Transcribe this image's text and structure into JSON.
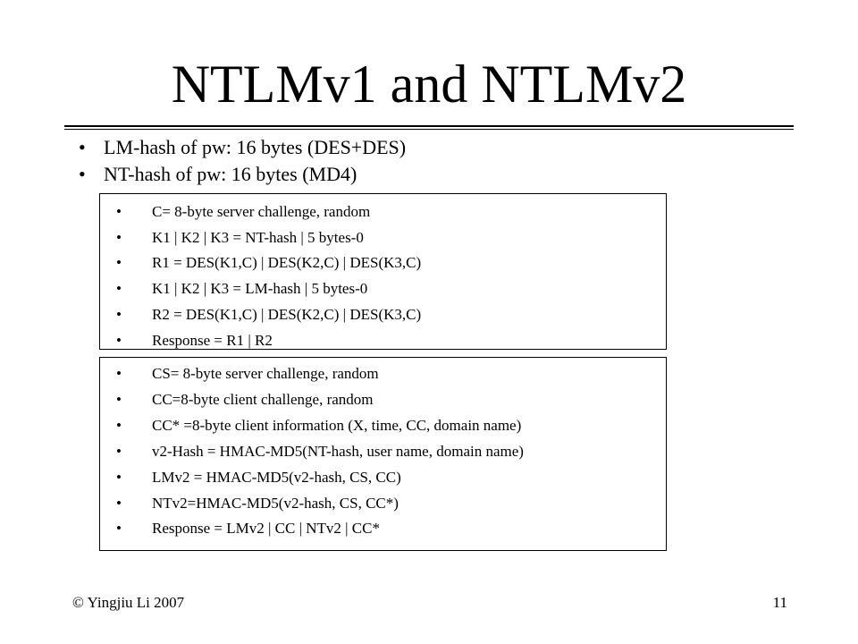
{
  "slide": {
    "title": "NTLMv1 and NTLMv2",
    "bullet_symbol": "•",
    "top_bullets": [
      "LM-hash of pw: 16 bytes (DES+DES)",
      "NT-hash of pw: 16 bytes (MD4)"
    ],
    "ntlmv1_box": [
      "C= 8-byte server challenge, random",
      "K1 | K2 | K3 = NT-hash | 5 bytes-0",
      "R1 = DES(K1,C) | DES(K2,C) | DES(K3,C)",
      "K1 | K2 | K3 = LM-hash | 5 bytes-0",
      "R2 = DES(K1,C) | DES(K2,C) | DES(K3,C)",
      "Response = R1 | R2"
    ],
    "ntlmv2_box": [
      "CS= 8-byte server challenge, random",
      "CC=8-byte client challenge, random",
      "CC* =8-byte client information (X, time, CC, domain name)",
      "v2-Hash = HMAC-MD5(NT-hash, user name, domain name)",
      "LMv2 = HMAC-MD5(v2-hash, CS, CC)",
      "NTv2=HMAC-MD5(v2-hash, CS, CC*)",
      "Response = LMv2 | CC | NTv2 | CC*"
    ],
    "footer": {
      "copyright": "© Yingjiu Li 2007",
      "page_number": "11"
    }
  }
}
